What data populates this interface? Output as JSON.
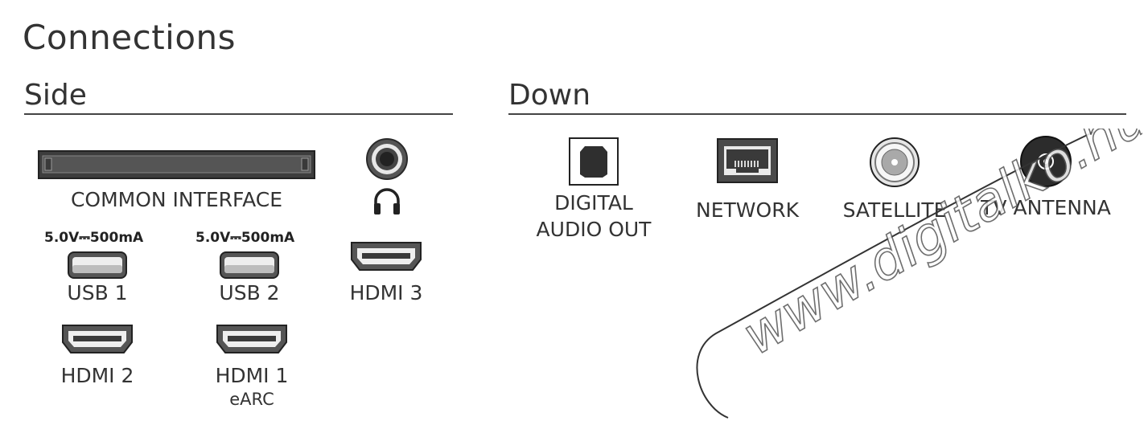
{
  "title": "Connections",
  "side": {
    "heading": "Side",
    "common_interface": "COMMON INTERFACE",
    "usb1": {
      "spec": "5.0V⎓500mA",
      "label": "USB 1"
    },
    "usb2": {
      "spec": "5.0V⎓500mA",
      "label": "USB 2"
    },
    "hdmi3": "HDMI 3",
    "hdmi2": "HDMI 2",
    "hdmi1": {
      "label": "HDMI 1",
      "sub": "eARC"
    }
  },
  "down": {
    "heading": "Down",
    "digital_audio_line1": "DIGITAL",
    "digital_audio_line2": "AUDIO OUT",
    "network": "NETWORK",
    "satellite": "SATELLITE",
    "tv_antenna": "TV ANTENNA"
  },
  "watermark": "www.digitalko.hu",
  "icons": [
    "ci-slot-icon",
    "headphone-jack-icon",
    "headphone-icon",
    "usb-port-icon",
    "hdmi-port-icon",
    "optical-port-icon",
    "ethernet-port-icon",
    "satellite-connector-icon",
    "antenna-connector-icon"
  ]
}
